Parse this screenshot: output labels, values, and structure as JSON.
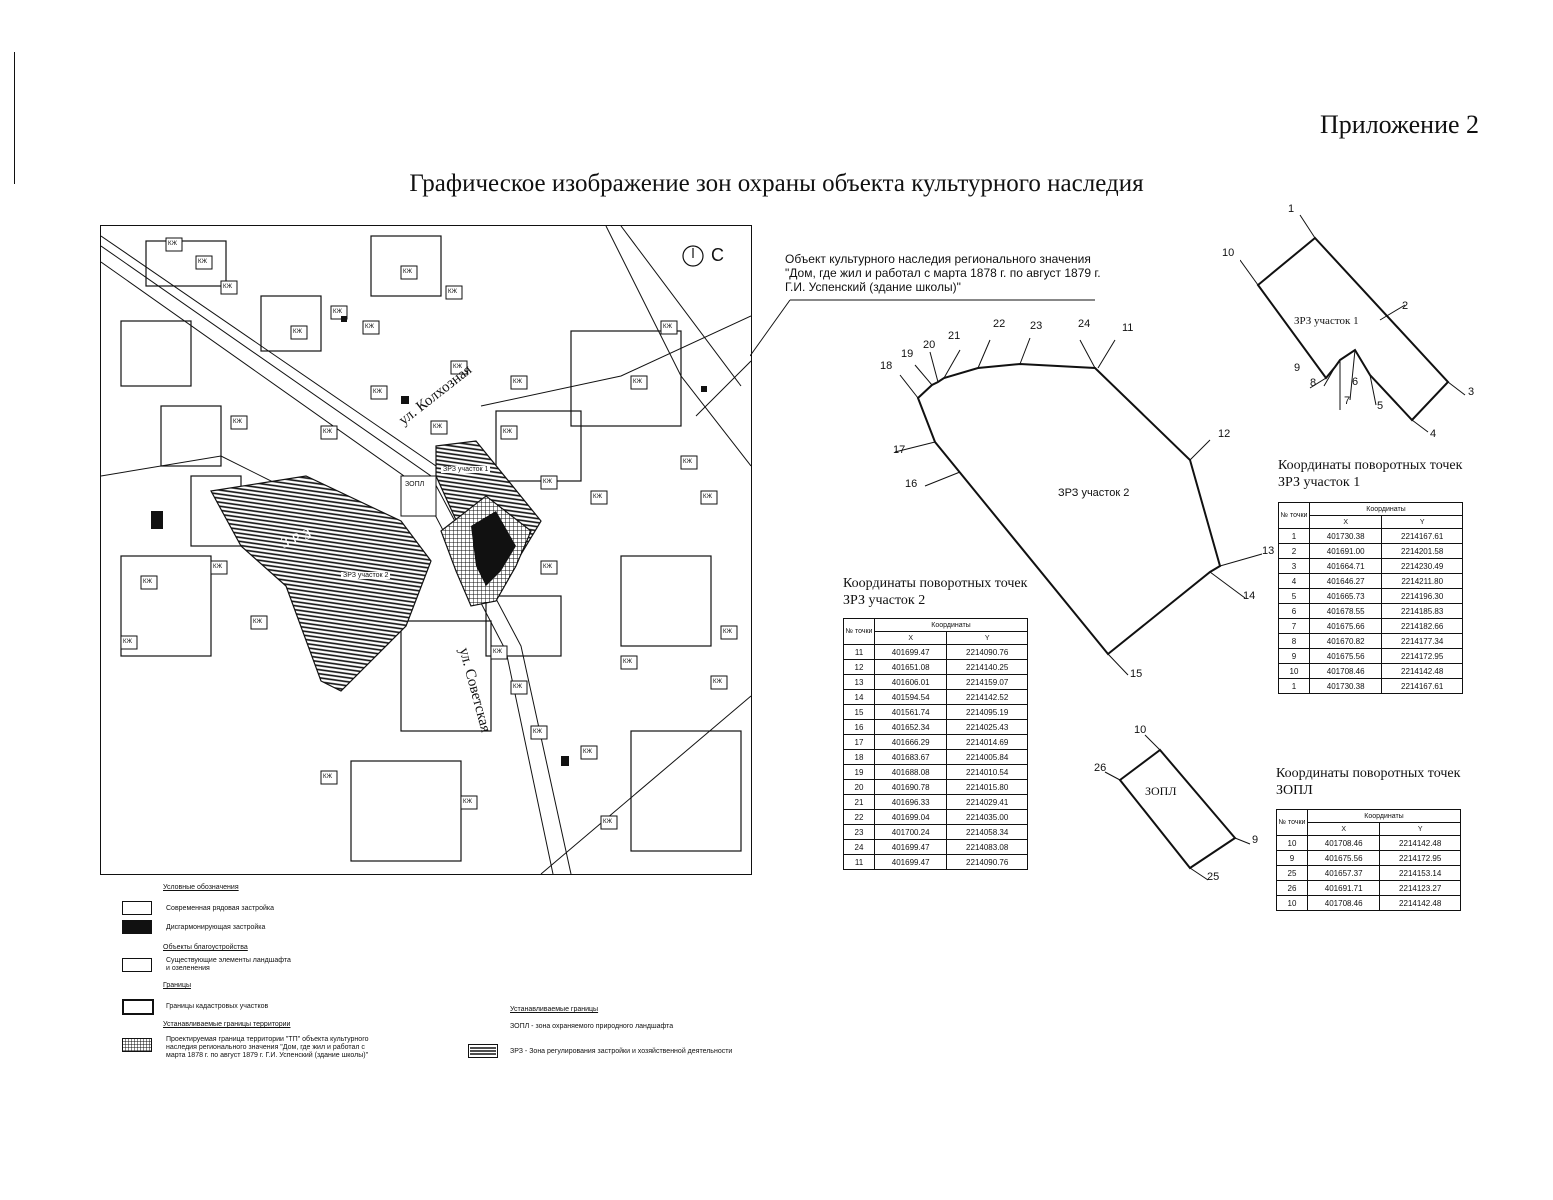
{
  "header": {
    "annex": "Приложение 2",
    "title": "Графическое изображение зон охраны объекта культурного наследия"
  },
  "map": {
    "north_label": "С",
    "street_1": "ул. Колхозная",
    "street_2": "ул. Советская",
    "label_zrz1": "ЗРЗ участок 1",
    "label_zrz2": "ЗРЗ участок 2",
    "label_zopl": "ЗОПЛ",
    "label_zrz_short": "З Р З",
    "building_tag": "КЖ"
  },
  "callout": {
    "text": "Объект культурного наследия регионального значения \"Дом, где жил и работал с марта 1878 г. по август 1879 г. Г.И. Успенский (здание школы)\""
  },
  "schemes": {
    "zrz1_label": "ЗРЗ участок 1",
    "zrz2_label": "ЗРЗ участок 2",
    "zopl_label": "ЗОПЛ",
    "zrz1_points": [
      "1",
      "2",
      "3",
      "4",
      "5",
      "6",
      "7",
      "8",
      "9",
      "10"
    ],
    "zrz2_points": [
      "11",
      "12",
      "13",
      "14",
      "15",
      "16",
      "17",
      "18",
      "19",
      "20",
      "21",
      "22",
      "23",
      "24"
    ],
    "zopl_points": [
      "9",
      "10",
      "25",
      "26"
    ]
  },
  "tables": {
    "col_no": "№ точки",
    "col_coords": "Координаты",
    "col_x": "X",
    "col_y": "Y",
    "zrz2": {
      "title_1": "Координаты поворотных точек",
      "title_2": "ЗРЗ участок 2",
      "rows": [
        [
          "11",
          "401699.47",
          "2214090.76"
        ],
        [
          "12",
          "401651.08",
          "2214140.25"
        ],
        [
          "13",
          "401606.01",
          "2214159.07"
        ],
        [
          "14",
          "401594.54",
          "2214142.52"
        ],
        [
          "15",
          "401561.74",
          "2214095.19"
        ],
        [
          "16",
          "401652.34",
          "2214025.43"
        ],
        [
          "17",
          "401666.29",
          "2214014.69"
        ],
        [
          "18",
          "401683.67",
          "2214005.84"
        ],
        [
          "19",
          "401688.08",
          "2214010.54"
        ],
        [
          "20",
          "401690.78",
          "2214015.80"
        ],
        [
          "21",
          "401696.33",
          "2214029.41"
        ],
        [
          "22",
          "401699.04",
          "2214035.00"
        ],
        [
          "23",
          "401700.24",
          "2214058.34"
        ],
        [
          "24",
          "401699.47",
          "2214083.08"
        ],
        [
          "11",
          "401699.47",
          "2214090.76"
        ]
      ]
    },
    "zrz1": {
      "title_1": "Координаты поворотных точек",
      "title_2": "ЗРЗ участок 1",
      "rows": [
        [
          "1",
          "401730.38",
          "2214167.61"
        ],
        [
          "2",
          "401691.00",
          "2214201.58"
        ],
        [
          "3",
          "401664.71",
          "2214230.49"
        ],
        [
          "4",
          "401646.27",
          "2214211.80"
        ],
        [
          "5",
          "401665.73",
          "2214196.30"
        ],
        [
          "6",
          "401678.55",
          "2214185.83"
        ],
        [
          "7",
          "401675.66",
          "2214182.66"
        ],
        [
          "8",
          "401670.82",
          "2214177.34"
        ],
        [
          "9",
          "401675.56",
          "2214172.95"
        ],
        [
          "10",
          "401708.46",
          "2214142.48"
        ],
        [
          "1",
          "401730.38",
          "2214167.61"
        ]
      ]
    },
    "zopl": {
      "title_1": "Координаты поворотных точек",
      "title_2": "ЗОПЛ",
      "rows": [
        [
          "10",
          "401708.46",
          "2214142.48"
        ],
        [
          "9",
          "401675.56",
          "2214172.95"
        ],
        [
          "25",
          "401657.37",
          "2214153.14"
        ],
        [
          "26",
          "401691.71",
          "2214123.27"
        ],
        [
          "10",
          "401708.46",
          "2214142.48"
        ]
      ]
    }
  },
  "legend": {
    "heading": "Условные обозначения",
    "modern": "Современная рядовая застройка",
    "dissonant": "Дисгармонирующая застройка",
    "improvement_heading": "Объекты благоустройства",
    "landscape": "Существующие элементы ландшафта и озеленения",
    "borders_heading": "Границы",
    "cadastral": "Границы кадастровых участков",
    "territory_heading": "Устанавливаемые границы территории",
    "territory": "Проектируемая граница территории \"ТП\" объекта культурного наследия регионального значения \"Дом, где жил и работал с марта 1878 г. по август 1879 г. Г.И. Успенский (здание школы)\"",
    "set_borders_heading": "Устанавливаемые границы",
    "zopl": "ЗОПЛ - зона охраняемого природного ландшафта",
    "zrz": "ЗРЗ - Зона регулирования застройки и хозяйственной деятельности"
  }
}
